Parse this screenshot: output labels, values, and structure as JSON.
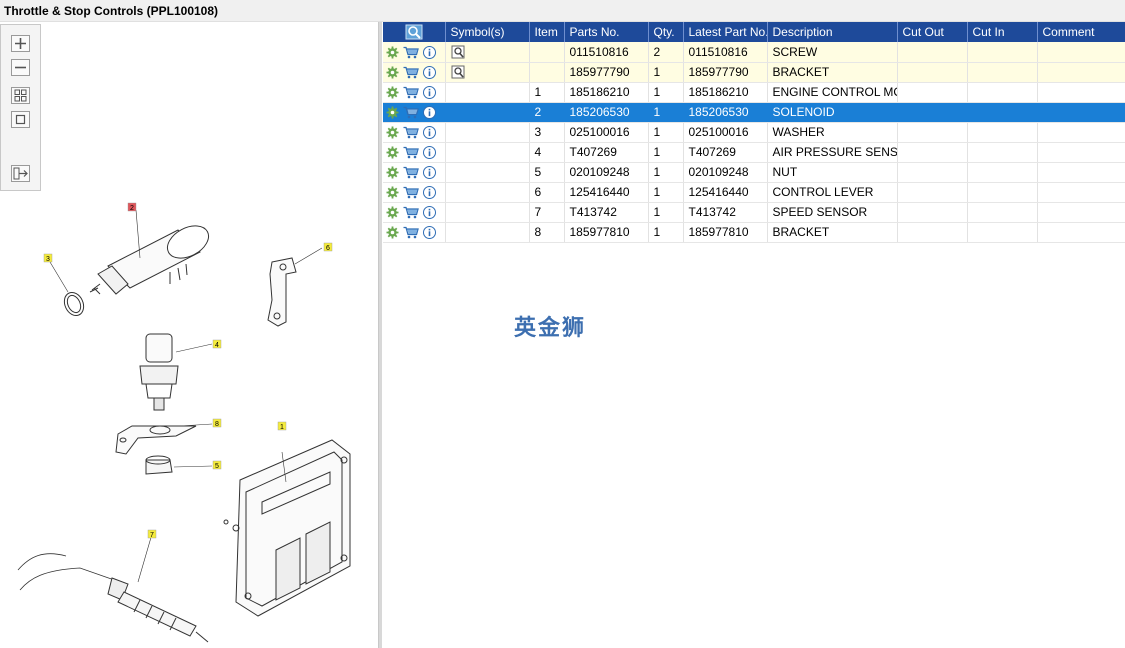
{
  "window": {
    "title": "Throttle & Stop Controls (PPL100108)"
  },
  "toolbar": {
    "buttons": [
      {
        "name": "zoom-in",
        "icon": "plus-icon"
      },
      {
        "name": "zoom-out",
        "icon": "minus-icon"
      },
      {
        "name": "fit-all",
        "icon": "grid-icon"
      },
      {
        "name": "actual-size",
        "icon": "square-icon"
      },
      {
        "name": "export",
        "icon": "export-arrow-icon"
      }
    ]
  },
  "diagram": {
    "callouts": [
      "1",
      "2",
      "3",
      "4",
      "5",
      "6",
      "7",
      "8"
    ],
    "callout_color": "#f5ec3c",
    "highlight_callout_color": "#e0565b"
  },
  "grid": {
    "columns": [
      "",
      "Symbol(s)",
      "Item",
      "Parts No.",
      "Qty.",
      "Latest Part No.",
      "Description",
      "Cut Out",
      "Cut In",
      "Comment"
    ],
    "header_color": "#1e4a9a",
    "selected_color": "#1a7fd6",
    "rows": [
      {
        "symbol": "magnifier-doc-icon",
        "item": "",
        "part_no": "011510816",
        "qty": "2",
        "latest": "011510816",
        "description": "SCREW",
        "cut_out": "",
        "cut_in": "",
        "comment": "",
        "style": "yellow"
      },
      {
        "symbol": "magnifier-doc-icon",
        "item": "",
        "part_no": "185977790",
        "qty": "1",
        "latest": "185977790",
        "description": "BRACKET",
        "cut_out": "",
        "cut_in": "",
        "comment": "",
        "style": "yellow"
      },
      {
        "symbol": "",
        "item": "1",
        "part_no": "185186210",
        "qty": "1",
        "latest": "185186210",
        "description": "ENGINE CONTROL MODULE",
        "cut_out": "",
        "cut_in": "",
        "comment": "",
        "style": "white"
      },
      {
        "symbol": "",
        "item": "2",
        "part_no": "185206530",
        "qty": "1",
        "latest": "185206530",
        "description": "SOLENOID",
        "cut_out": "",
        "cut_in": "",
        "comment": "",
        "style": "selected"
      },
      {
        "symbol": "",
        "item": "3",
        "part_no": "025100016",
        "qty": "1",
        "latest": "025100016",
        "description": "WASHER",
        "cut_out": "",
        "cut_in": "",
        "comment": "",
        "style": "white"
      },
      {
        "symbol": "",
        "item": "4",
        "part_no": "T407269",
        "qty": "1",
        "latest": "T407269",
        "description": "AIR PRESSURE SENSOR",
        "cut_out": "",
        "cut_in": "",
        "comment": "",
        "style": "white"
      },
      {
        "symbol": "",
        "item": "5",
        "part_no": "020109248",
        "qty": "1",
        "latest": "020109248",
        "description": "NUT",
        "cut_out": "",
        "cut_in": "",
        "comment": "",
        "style": "white"
      },
      {
        "symbol": "",
        "item": "6",
        "part_no": "125416440",
        "qty": "1",
        "latest": "125416440",
        "description": "CONTROL LEVER",
        "cut_out": "",
        "cut_in": "",
        "comment": "",
        "style": "white"
      },
      {
        "symbol": "",
        "item": "7",
        "part_no": "T413742",
        "qty": "1",
        "latest": "T413742",
        "description": "SPEED SENSOR",
        "cut_out": "",
        "cut_in": "",
        "comment": "",
        "style": "white"
      },
      {
        "symbol": "",
        "item": "8",
        "part_no": "185977810",
        "qty": "1",
        "latest": "185977810",
        "description": "BRACKET",
        "cut_out": "",
        "cut_in": "",
        "comment": "",
        "style": "white"
      }
    ]
  },
  "watermark": {
    "text": "英金狮"
  }
}
